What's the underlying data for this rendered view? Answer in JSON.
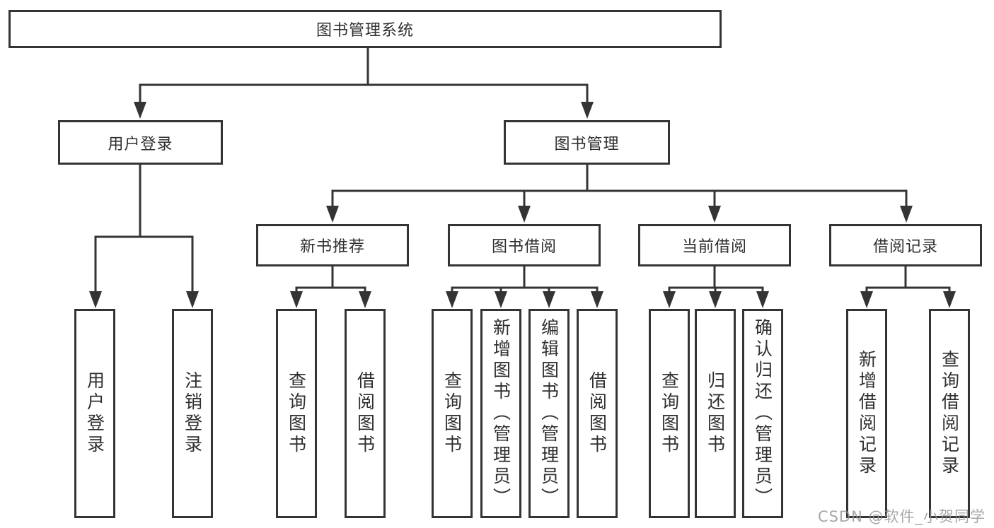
{
  "diagram": {
    "title": "图书管理系统",
    "tree": {
      "root": {
        "label": "图书管理系统"
      },
      "branches": [
        {
          "label": "用户登录",
          "children": [
            {
              "label": "用户登录"
            },
            {
              "label": "注销登录"
            }
          ]
        },
        {
          "label": "图书管理",
          "groups": [
            {
              "label": "新书推荐",
              "children": [
                {
                  "label": "查询图书"
                },
                {
                  "label": "借阅图书"
                }
              ]
            },
            {
              "label": "图书借阅",
              "children": [
                {
                  "label": "查询图书"
                },
                {
                  "label": "新增图书（管理员）"
                },
                {
                  "label": "编辑图书（管理员）"
                },
                {
                  "label": "借阅图书"
                }
              ]
            },
            {
              "label": "当前借阅",
              "children": [
                {
                  "label": "查询图书"
                },
                {
                  "label": "归还图书"
                },
                {
                  "label": "确认归还（管理员）"
                }
              ]
            },
            {
              "label": "借阅记录",
              "children": [
                {
                  "label": "新增借阅记录"
                },
                {
                  "label": "查询借阅记录"
                }
              ]
            }
          ]
        }
      ]
    },
    "colors": {
      "line": "#343434",
      "box_border": "#343434",
      "text": "#2f2f2f",
      "background": "#ffffff",
      "watermark": "#949494"
    }
  },
  "watermark": "CSDN @软件_小贺同学"
}
